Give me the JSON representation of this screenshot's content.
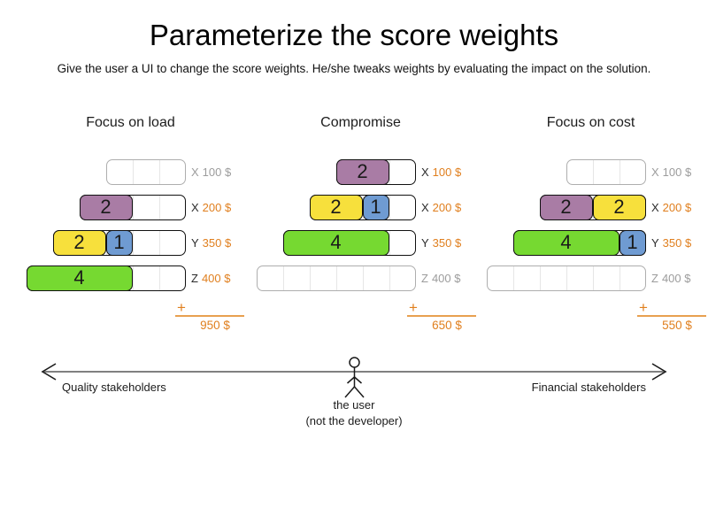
{
  "title": "Parameterize the score weights",
  "subtitle": "Give the user a UI to change the score weights. He/she tweaks weights by evaluating the impact on the solution.",
  "palette": {
    "purple": "#a97ca5",
    "yellow": "#f7e03c",
    "blue": "#6f9bd2",
    "green": "#76d931",
    "orange": "#e07f1e",
    "inactive_gray": "#9c9c9c",
    "box_border_active": "#111111",
    "box_border_inactive": "#aeaeae",
    "axis_line_gray": "#808080"
  },
  "columns": [
    {
      "header": "Focus on load",
      "rows": [
        {
          "letter": "X",
          "price": "100 $",
          "active": false,
          "capacity": 3,
          "segments": []
        },
        {
          "letter": "X",
          "price": "200 $",
          "active": true,
          "capacity": 4,
          "segments": [
            {
              "value": "2",
              "color": "purple",
              "units": 2
            }
          ]
        },
        {
          "letter": "Y",
          "price": "350 $",
          "active": true,
          "capacity": 5,
          "segments": [
            {
              "value": "2",
              "color": "yellow",
              "units": 2
            },
            {
              "value": "1",
              "color": "blue",
              "units": 1
            }
          ]
        },
        {
          "letter": "Z",
          "price": "400 $",
          "active": true,
          "capacity": 6,
          "segments": [
            {
              "value": "4",
              "color": "green",
              "units": 4
            }
          ]
        }
      ],
      "plus": "+",
      "total": "950 $"
    },
    {
      "header": "Compromise",
      "rows": [
        {
          "letter": "X",
          "price": "100 $",
          "active": true,
          "capacity": 3,
          "segments": [
            {
              "value": "2",
              "color": "purple",
              "units": 2
            }
          ]
        },
        {
          "letter": "X",
          "price": "200 $",
          "active": true,
          "capacity": 4,
          "segments": [
            {
              "value": "2",
              "color": "yellow",
              "units": 2
            },
            {
              "value": "1",
              "color": "blue",
              "units": 1
            }
          ]
        },
        {
          "letter": "Y",
          "price": "350 $",
          "active": true,
          "capacity": 5,
          "segments": [
            {
              "value": "4",
              "color": "green",
              "units": 4
            }
          ]
        },
        {
          "letter": "Z",
          "price": "400 $",
          "active": false,
          "capacity": 6,
          "segments": []
        }
      ],
      "plus": "+",
      "total": "650 $"
    },
    {
      "header": "Focus on cost",
      "rows": [
        {
          "letter": "X",
          "price": "100 $",
          "active": false,
          "capacity": 3,
          "segments": []
        },
        {
          "letter": "X",
          "price": "200 $",
          "active": true,
          "capacity": 4,
          "segments": [
            {
              "value": "2",
              "color": "purple",
              "units": 2
            },
            {
              "value": "2",
              "color": "yellow",
              "units": 2
            }
          ]
        },
        {
          "letter": "Y",
          "price": "350 $",
          "active": true,
          "capacity": 5,
          "segments": [
            {
              "value": "4",
              "color": "green",
              "units": 4
            },
            {
              "value": "1",
              "color": "blue",
              "units": 1
            }
          ]
        },
        {
          "letter": "Z",
          "price": "400 $",
          "active": false,
          "capacity": 6,
          "segments": []
        }
      ],
      "plus": "+",
      "total": "550 $"
    }
  ],
  "axis": {
    "left_label": "Quality stakeholders",
    "right_label": "Financial stakeholders",
    "user_label_line1": "the user",
    "user_label_line2": "(not the developer)"
  }
}
